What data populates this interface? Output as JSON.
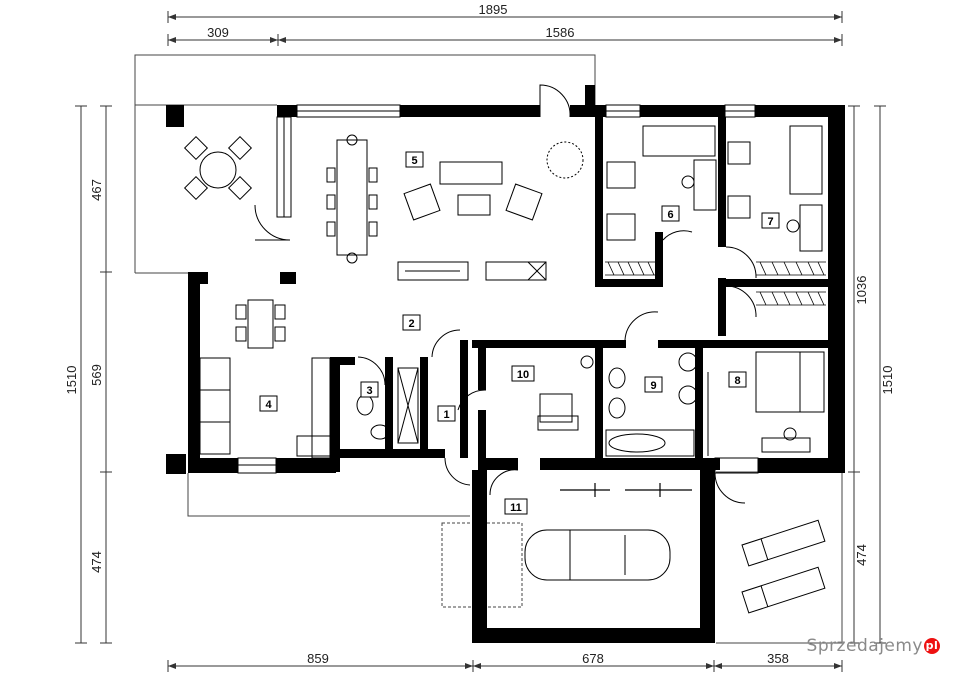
{
  "dimensions": {
    "top_total": "1895",
    "top_left": "309",
    "top_right": "1586",
    "left_total": "1510",
    "left_top": "467",
    "left_mid": "569",
    "left_bottom": "474",
    "right_mid": "1036",
    "right_total": "1510",
    "right_bottom": "474",
    "bottom_left": "859",
    "bottom_mid": "678",
    "bottom_right": "358"
  },
  "rooms": [
    "1",
    "2",
    "3",
    "4",
    "5",
    "6",
    "7",
    "8",
    "9",
    "10",
    "11"
  ],
  "watermark": {
    "text": "Sprzedajemy",
    "badge": "pl"
  }
}
